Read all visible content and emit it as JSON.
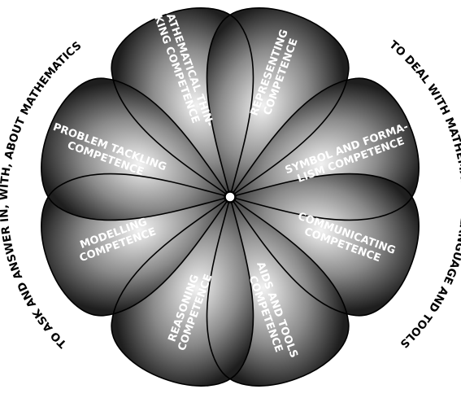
{
  "left_arc_text": "TO ASK AND ANSWER IN, WITH, ABOUT MATHEMATICS",
  "right_arc_text": "TO DEAL WITH MATHEMATICAL LANGUAGE AND TOOLS",
  "petals": [
    {
      "name": "mathematical-thinking",
      "lines": [
        "MATHEMATICAL THIN-",
        "KING COMPETENCE"
      ]
    },
    {
      "name": "representing",
      "lines": [
        "REPRESENTING",
        "COMPETENCE"
      ]
    },
    {
      "name": "symbol-formalism",
      "lines": [
        "SYMBOL AND FORMA-",
        "LISM COMPETENCE"
      ]
    },
    {
      "name": "communicating",
      "lines": [
        "COMMUNICATING",
        "COMPETENCE"
      ]
    },
    {
      "name": "aids-tools",
      "lines": [
        "AIDS AND TOOLS",
        "COMPETENCE"
      ]
    },
    {
      "name": "reasoning",
      "lines": [
        "REASONING",
        "COMPETENCE"
      ]
    },
    {
      "name": "modelling",
      "lines": [
        "MODELLING",
        "COMPETENCE"
      ]
    },
    {
      "name": "problem-tackling",
      "lines": [
        "PROBLEM TACKLING",
        "COMPETENCE"
      ]
    }
  ],
  "colors": {
    "petal_center": "#f2f2f2",
    "petal_edge": "#1e1e1e",
    "outline": "#000000",
    "label": "#ffffff",
    "background": "#ffffff"
  }
}
